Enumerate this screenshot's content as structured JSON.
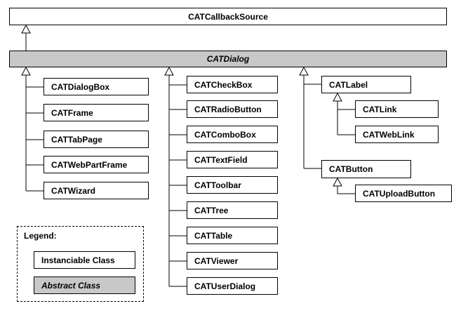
{
  "classes": {
    "callback_source": "CATCallbackSource",
    "dialog": "CATDialog",
    "dialog_box": "CATDialogBox",
    "frame": "CATFrame",
    "tab_page": "CATTabPage",
    "web_part_frame": "CATWebPartFrame",
    "wizard": "CATWizard",
    "check_box": "CATCheckBox",
    "radio_button": "CATRadioButton",
    "combo_box": "CATComboBox",
    "text_field": "CATTextField",
    "toolbar": "CATToolbar",
    "tree": "CATTree",
    "table": "CATTable",
    "viewer": "CATViewer",
    "user_dialog": "CATUserDialog",
    "label": "CATLabel",
    "link": "CATLink",
    "web_link": "CATWebLink",
    "button": "CATButton",
    "upload_button": "CATUploadButton"
  },
  "legend": {
    "title": "Legend:",
    "instanciable": "Instanciable Class",
    "abstract": "Abstract Class"
  },
  "colors": {
    "abstract_fill": "#c8c8c8",
    "line": "#000000"
  }
}
